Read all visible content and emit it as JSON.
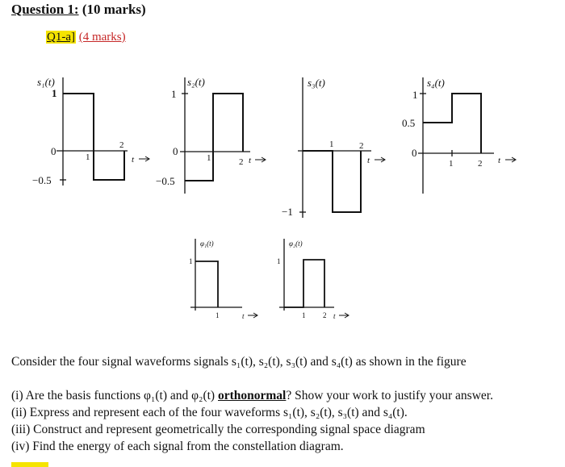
{
  "header": {
    "question_title": "Question 1:",
    "marks": "(10 marks)",
    "part_label": "Q1-a]",
    "part_marks": "(4 marks)"
  },
  "figure": {
    "s1": {
      "label": "s₁(t)",
      "ticks": {
        "one": "1",
        "zero": "0",
        "neg": "−0.5",
        "x1": "1",
        "x2": "2",
        "t": "t"
      }
    },
    "s2": {
      "label": "s₂(t)",
      "ticks": {
        "one": "1",
        "zero": "0",
        "neg": "−0.5",
        "x1": "1",
        "x2": "2",
        "t": "t"
      }
    },
    "s3": {
      "label": "s₃(t)",
      "ticks": {
        "neg": "−1",
        "x1": "1",
        "x2": "2",
        "t": "t"
      }
    },
    "s4": {
      "label": "s₄(t)",
      "ticks": {
        "one": "1",
        "half": "0.5",
        "zero": "0",
        "x1": "1",
        "x2": "2",
        "t": "t"
      }
    },
    "phi1": {
      "label": "φ₁(t)",
      "ticks": {
        "one": "1",
        "x1": "1",
        "t": "t"
      }
    },
    "phi2": {
      "label": "φ₂(t)",
      "ticks": {
        "one": "1",
        "x1": "1",
        "x2": "2",
        "t": "t"
      }
    }
  },
  "question": {
    "intro": "Consider the four signal waveforms signals s₁(t), s₂(t), s₃(t) and s₄(t) as shown in the figure",
    "items": [
      {
        "pre": "(i) Are the basis functions φ₁(t) and φ₂(t) ",
        "bold": "orthonormal",
        "post": "? Show your work to justify your answer."
      },
      {
        "pre": "(ii) Express and represent each of the four waveforms s₁(t), s₂(t), s₃(t) and s₄(t).",
        "bold": "",
        "post": ""
      },
      {
        "pre": "(iii) Construct and represent geometrically the corresponding signal space diagram",
        "bold": "",
        "post": ""
      },
      {
        "pre": "(iv) Find the energy of each signal from the constellation diagram.",
        "bold": "",
        "post": ""
      }
    ]
  }
}
